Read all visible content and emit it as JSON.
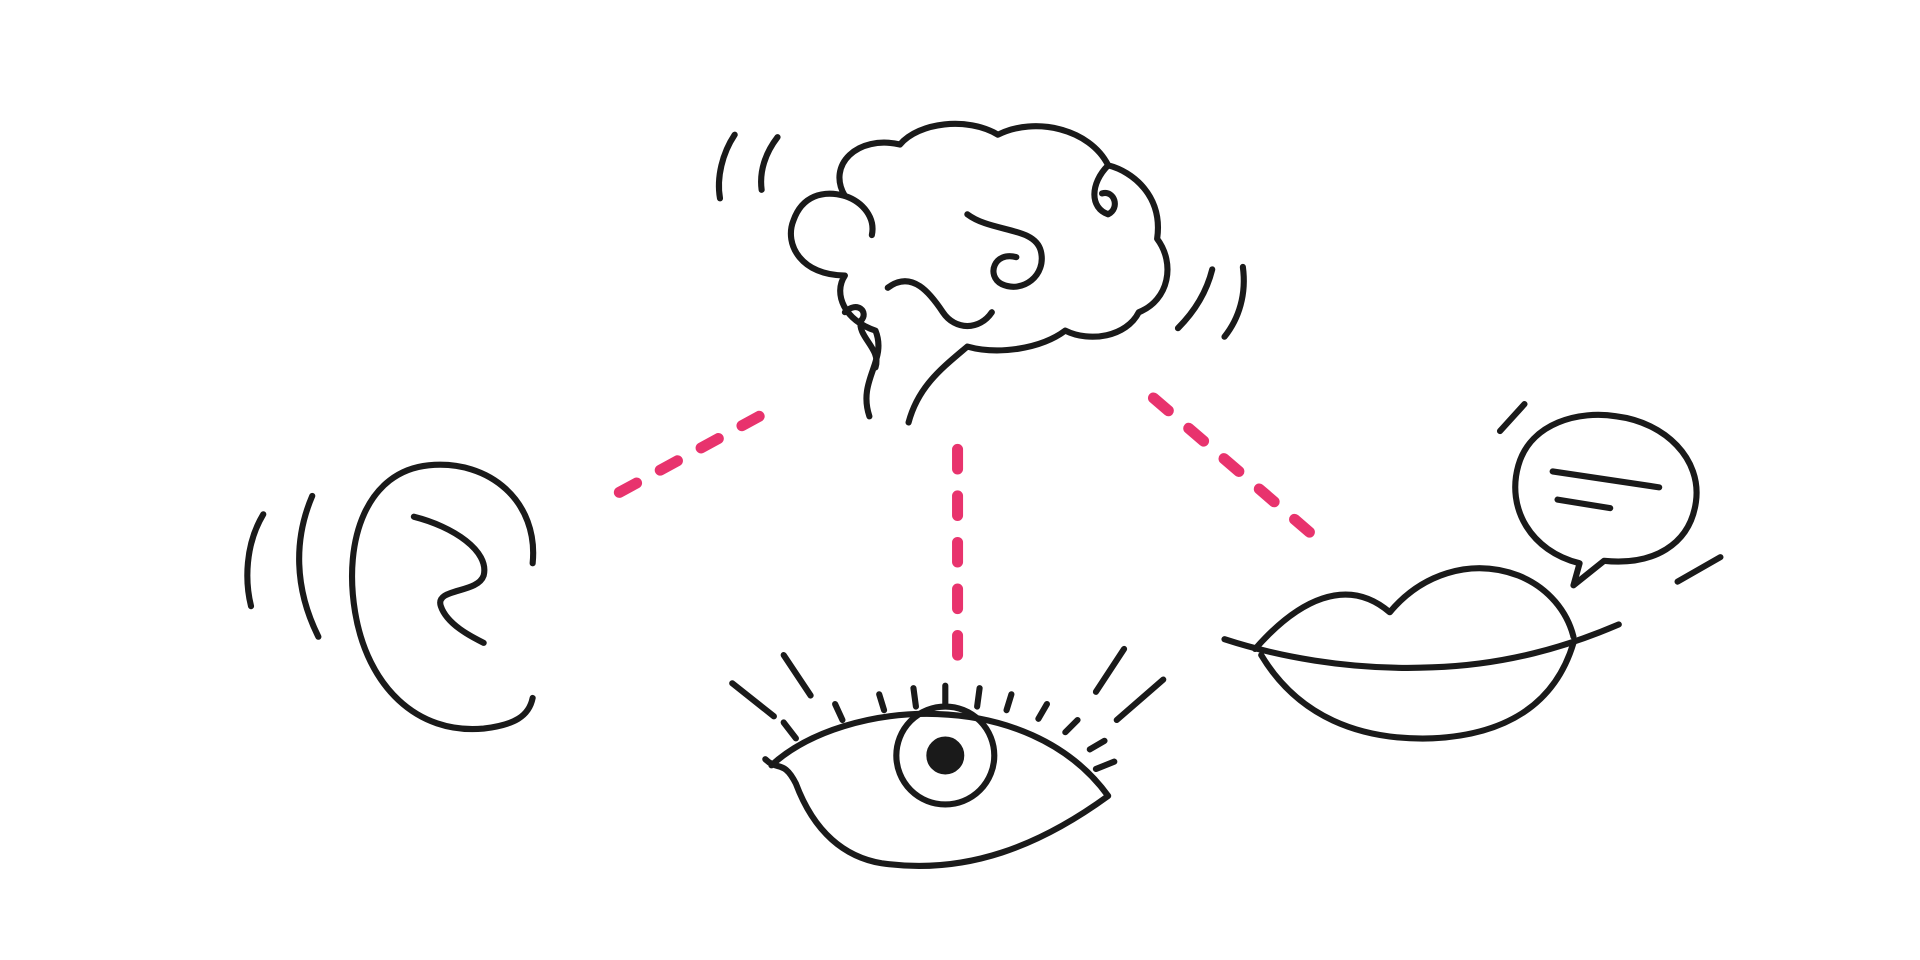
{
  "illustration": {
    "nodes": [
      {
        "id": "brain",
        "icon": "brain-icon"
      },
      {
        "id": "ear",
        "icon": "ear-icon"
      },
      {
        "id": "eye",
        "icon": "eye-icon"
      },
      {
        "id": "lips",
        "icon": "lips-icon"
      },
      {
        "id": "speech",
        "icon": "speech-bubble-icon"
      }
    ],
    "connections": [
      {
        "from": "brain",
        "to": "ear"
      },
      {
        "from": "brain",
        "to": "eye"
      },
      {
        "from": "brain",
        "to": "lips"
      }
    ],
    "colors": {
      "ink": "#1a1a1a",
      "connector": "#e8336d",
      "background": "#ffffff"
    }
  }
}
